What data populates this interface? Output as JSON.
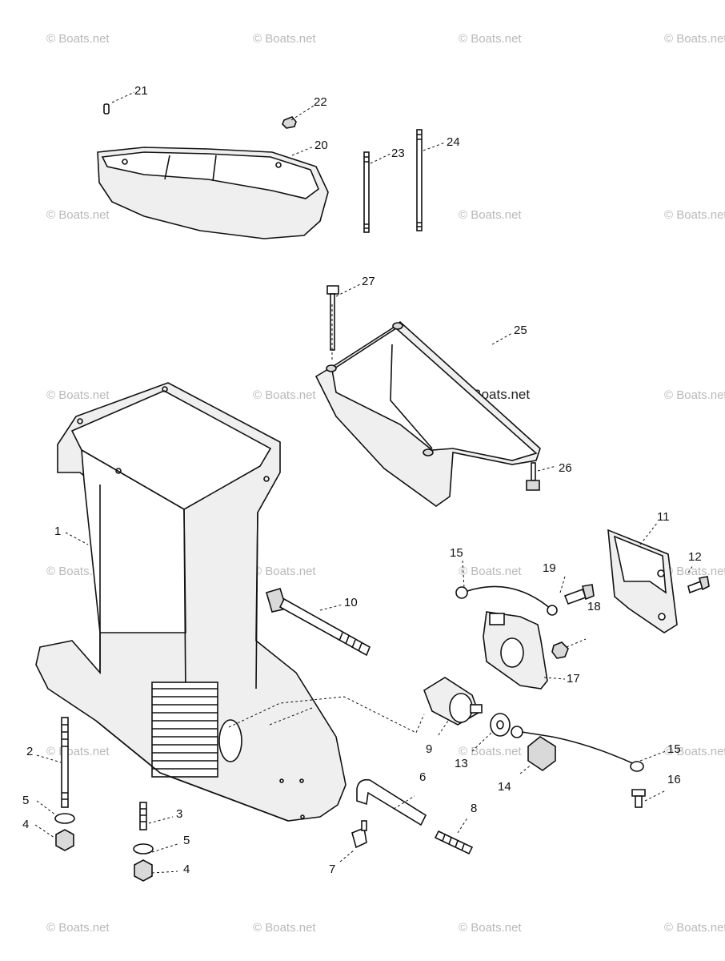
{
  "watermark": "© Boats.net",
  "callouts": [
    {
      "id": "c1",
      "text": "1"
    },
    {
      "id": "c2",
      "text": "2"
    },
    {
      "id": "c3",
      "text": "3"
    },
    {
      "id": "c4a",
      "text": "4"
    },
    {
      "id": "c4b",
      "text": "4"
    },
    {
      "id": "c5a",
      "text": "5"
    },
    {
      "id": "c5b",
      "text": "5"
    },
    {
      "id": "c6",
      "text": "6"
    },
    {
      "id": "c7",
      "text": "7"
    },
    {
      "id": "c8",
      "text": "8"
    },
    {
      "id": "c9",
      "text": "9"
    },
    {
      "id": "c10",
      "text": "10"
    },
    {
      "id": "c11",
      "text": "11"
    },
    {
      "id": "c12",
      "text": "12"
    },
    {
      "id": "c13",
      "text": "13"
    },
    {
      "id": "c14",
      "text": "14"
    },
    {
      "id": "c15a",
      "text": "15"
    },
    {
      "id": "c15b",
      "text": "15"
    },
    {
      "id": "c16",
      "text": "16"
    },
    {
      "id": "c17",
      "text": "17"
    },
    {
      "id": "c18",
      "text": "18"
    },
    {
      "id": "c19",
      "text": "19"
    },
    {
      "id": "c20",
      "text": "20"
    },
    {
      "id": "c21",
      "text": "21"
    },
    {
      "id": "c22",
      "text": "22"
    },
    {
      "id": "c23",
      "text": "23"
    },
    {
      "id": "c24",
      "text": "24"
    },
    {
      "id": "c25",
      "text": "25"
    },
    {
      "id": "c26",
      "text": "26"
    },
    {
      "id": "c27",
      "text": "27"
    }
  ]
}
